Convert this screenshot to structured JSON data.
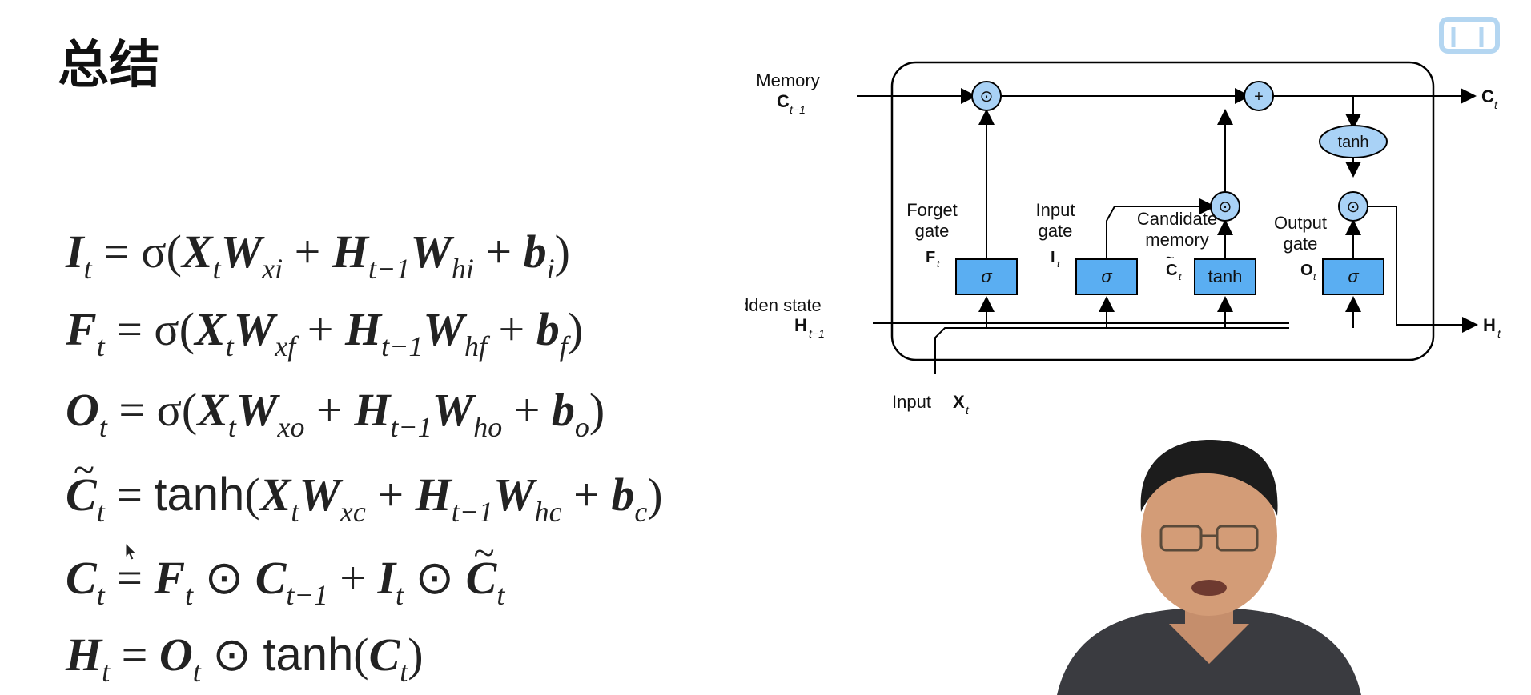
{
  "title": "总结",
  "equations": [
    {
      "lhs": "I",
      "lhs_sub": "t",
      "fn": "σ",
      "x_sub": "t",
      "wx_sub": "xi",
      "h_sub": "t−1",
      "wh_sub": "hi",
      "b_sub": "i"
    },
    {
      "lhs": "F",
      "lhs_sub": "t",
      "fn": "σ",
      "x_sub": "t",
      "wx_sub": "xf",
      "h_sub": "t−1",
      "wh_sub": "hf",
      "b_sub": "f"
    },
    {
      "lhs": "O",
      "lhs_sub": "t",
      "fn": "σ",
      "x_sub": "t",
      "wx_sub": "xo",
      "h_sub": "t−1",
      "wh_sub": "ho",
      "b_sub": "o"
    },
    {
      "lhs": "C",
      "lhs_sub": "t",
      "fn": "tanh",
      "x_sub": "t",
      "wx_sub": "xc",
      "h_sub": "t−1",
      "wh_sub": "hc",
      "b_sub": "c"
    }
  ],
  "eq5": {
    "lhs": "C",
    "sub": "t",
    "f": "F",
    "c_prev": "C",
    "c_prev_sub": "t−1",
    "i": "I",
    "ctilde": "C"
  },
  "eq6": {
    "lhs": "H",
    "sub": "t",
    "o": "O",
    "fn": "tanh",
    "c": "C"
  },
  "diagram": {
    "memory_label": "Memory",
    "memory_var": "C",
    "memory_sub": "t−1",
    "hidden_label": "Hidden state",
    "hidden_var": "H",
    "hidden_sub": "t−1",
    "input_label": "Input",
    "input_var": "X",
    "out_c": "C",
    "out_h": "H",
    "t": "t",
    "forget_l1": "Forget",
    "forget_l2": "gate",
    "forget_var": "F",
    "input_gate_l1": "Input",
    "input_gate_l2": "gate",
    "input_gate_var": "I",
    "candidate_l1": "Candidate",
    "candidate_l2": "memory",
    "candidate_var": "C",
    "output_l1": "Output",
    "output_l2": "gate",
    "output_var": "O",
    "sigma": "σ",
    "tanh": "tanh",
    "plus": "+",
    "odot": "⊙"
  },
  "colors": {
    "gate_fill": "#5aaef2",
    "node_fill": "#a9d2f6",
    "line": "#000000"
  }
}
